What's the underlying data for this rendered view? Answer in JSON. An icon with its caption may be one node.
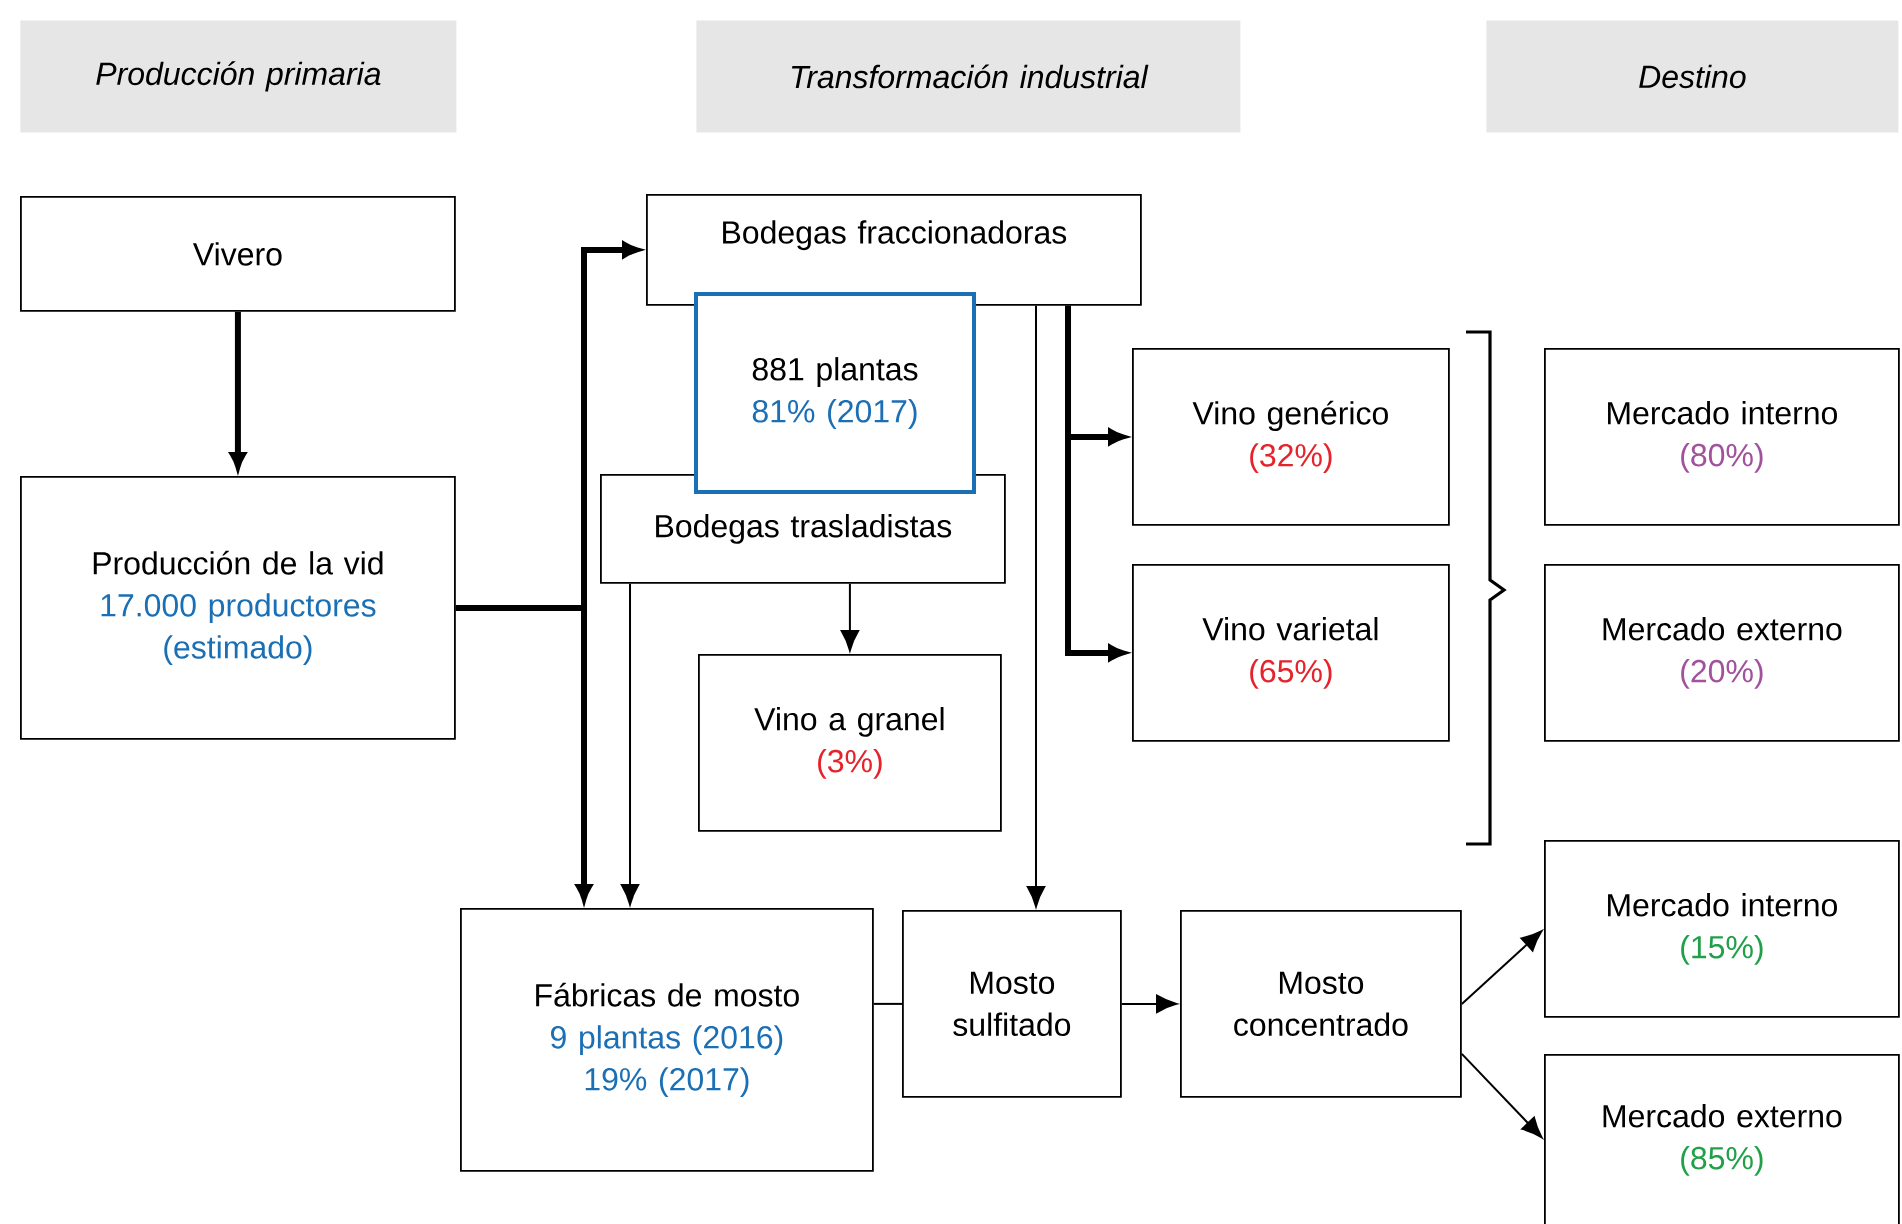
{
  "diagram": {
    "nodes": [
      {
        "text": [
          "Producción primaria"
        ]
      },
      {
        "text": [
          "Transformación industrial"
        ]
      },
      {
        "text": [
          "Destino"
        ]
      },
      {
        "text": [
          "Vivero"
        ]
      },
      {
        "text": [
          "Producción de la vid",
          "17.000 productores (estimado)"
        ]
      },
      {
        "text": [
          "Bodegas fraccionadoras"
        ]
      },
      {
        "text": [
          "881 plantas",
          "81% (2017)"
        ]
      },
      {
        "text": [
          "Bodegas trasladistas"
        ]
      },
      {
        "text": [
          "Vino a granel",
          "(3%)"
        ]
      },
      {
        "text": [
          "Vino genérico",
          "(32%)"
        ]
      },
      {
        "text": [
          "Vino varietal",
          "(65%)"
        ]
      },
      {
        "text": [
          "Mercado interno",
          "(80%)"
        ]
      },
      {
        "text": [
          "Mercado externo",
          "(20%)"
        ]
      },
      {
        "text": [
          "Fábricas de mosto",
          "9 plantas (2016)",
          "19% (2017)"
        ]
      },
      {
        "text": [
          "Mosto sulfitado"
        ]
      },
      {
        "text": [
          "Mosto concentrado"
        ]
      },
      {
        "text": [
          "Mercado interno",
          "(15%)"
        ]
      },
      {
        "text": [
          "Mercado externo",
          "(85%)"
        ]
      }
    ],
    "edges": [
      {
        "from": 3,
        "to": 4,
        "arrow": "to",
        "style": "thick"
      },
      {
        "from": 4,
        "to": 5,
        "arrow": "to",
        "style": "thick"
      },
      {
        "from": 4,
        "to": 13,
        "arrow": "to",
        "style": "thick"
      },
      {
        "from": 7,
        "to": 13,
        "arrow": "to"
      },
      {
        "from": 7,
        "to": 8,
        "arrow": "to"
      },
      {
        "from": 5,
        "to": 9,
        "arrow": "to",
        "style": "thick"
      },
      {
        "from": 5,
        "to": 10,
        "arrow": "to",
        "style": "thick"
      },
      {
        "from": 5,
        "to": 14,
        "arrow": "to"
      },
      {
        "from": 13,
        "to": 14,
        "arrow": "none"
      },
      {
        "from": 14,
        "to": 15,
        "arrow": "to"
      },
      {
        "from": 15,
        "to": 16,
        "arrow": "to"
      },
      {
        "from": 15,
        "to": 17,
        "arrow": "to"
      }
    ]
  }
}
